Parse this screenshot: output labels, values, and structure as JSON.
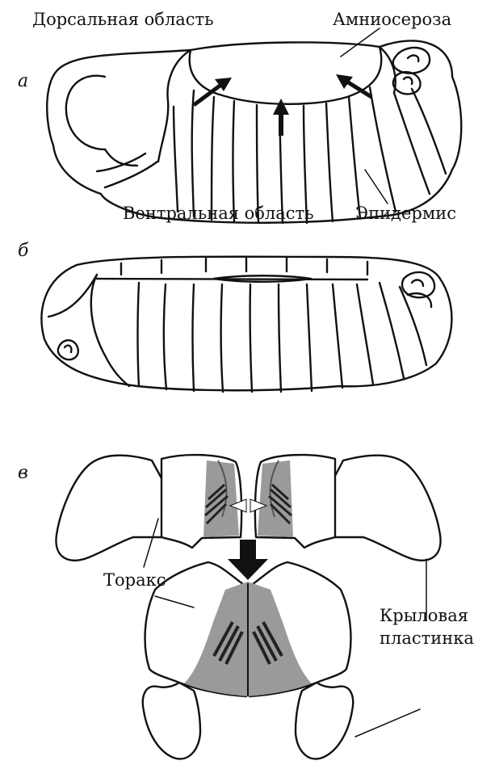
{
  "panels": {
    "a": "а",
    "b": "б",
    "c": "в"
  },
  "labels": {
    "dorsal_region": "Дорсальная область",
    "amnioserosa": "Амниосероза",
    "ventral_region": "Вентральная область",
    "epidermis": "Эпидермис",
    "thorax": "Торакс",
    "wing_disc_line1": "Крыловая",
    "wing_disc_line2": "пластинка"
  },
  "colors": {
    "outline": "#111111",
    "tissue_gray": "#9a9a9a",
    "light_gray": "#cfcfcf",
    "background": "#ffffff"
  }
}
